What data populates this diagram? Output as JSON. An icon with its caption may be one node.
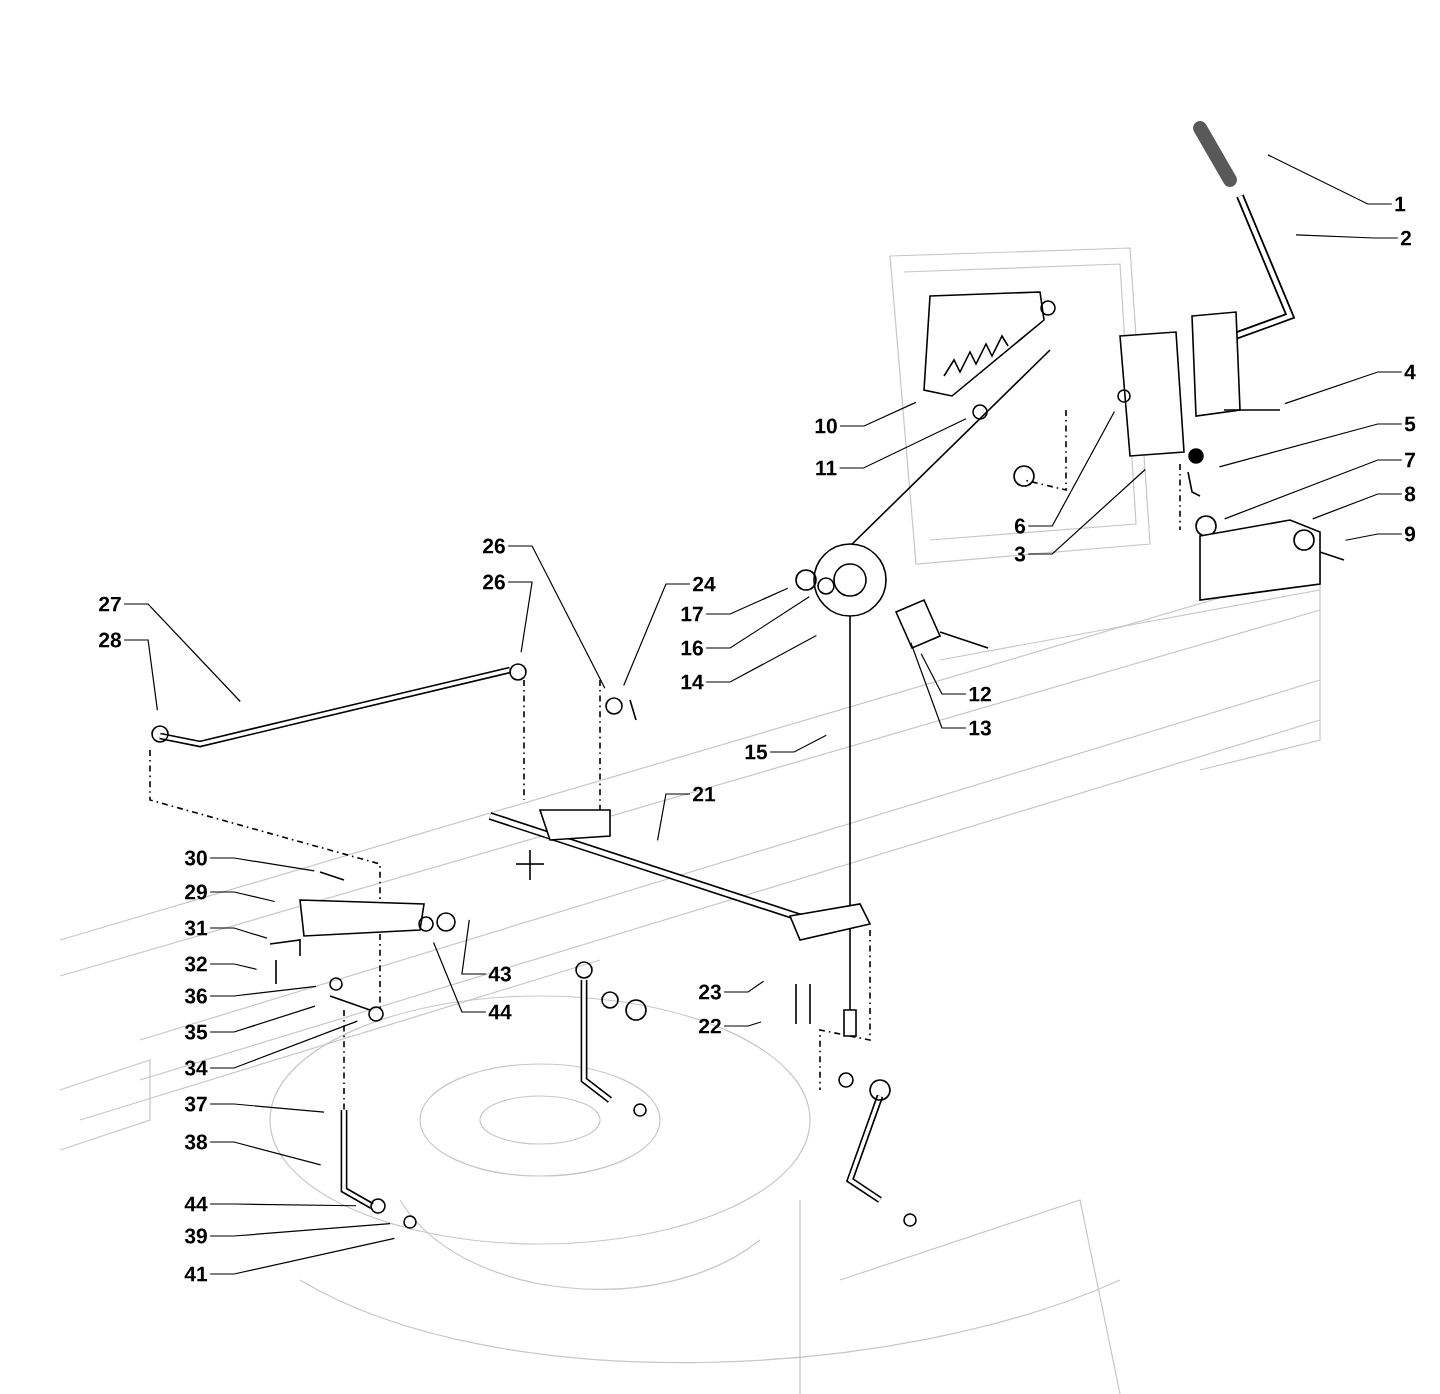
{
  "diagram": {
    "nodes": [
      {
        "text": [
          "1"
        ]
      },
      {
        "text": [
          "2"
        ]
      },
      {
        "text": [
          "4"
        ]
      },
      {
        "text": [
          "5"
        ]
      },
      {
        "text": [
          "10"
        ]
      },
      {
        "text": [
          "7"
        ]
      },
      {
        "text": [
          "11"
        ]
      },
      {
        "text": [
          "8"
        ]
      },
      {
        "text": [
          "6"
        ]
      },
      {
        "text": [
          "9"
        ]
      },
      {
        "text": [
          "26"
        ]
      },
      {
        "text": [
          "3"
        ]
      },
      {
        "text": [
          "26"
        ]
      },
      {
        "text": [
          "24"
        ]
      },
      {
        "text": [
          "27"
        ]
      },
      {
        "text": [
          "17"
        ]
      },
      {
        "text": [
          "28"
        ]
      },
      {
        "text": [
          "16"
        ]
      },
      {
        "text": [
          "14"
        ]
      },
      {
        "text": [
          "12"
        ]
      },
      {
        "text": [
          "13"
        ]
      },
      {
        "text": [
          "15"
        ]
      },
      {
        "text": [
          "21"
        ]
      },
      {
        "text": [
          "30"
        ]
      },
      {
        "text": [
          "29"
        ]
      },
      {
        "text": [
          "31"
        ]
      },
      {
        "text": [
          "32"
        ]
      },
      {
        "text": [
          "43"
        ]
      },
      {
        "text": [
          "23"
        ]
      },
      {
        "text": [
          "36"
        ]
      },
      {
        "text": [
          "44"
        ]
      },
      {
        "text": [
          "22"
        ]
      },
      {
        "text": [
          "35"
        ]
      },
      {
        "text": [
          "34"
        ]
      },
      {
        "text": [
          "37"
        ]
      },
      {
        "text": [
          "38"
        ]
      },
      {
        "text": [
          "44"
        ]
      },
      {
        "text": [
          "39"
        ]
      },
      {
        "text": [
          "41"
        ]
      }
    ],
    "edges": [
      {
        "from": 0,
        "to": null,
        "arrow": "none"
      },
      {
        "from": 1,
        "to": null,
        "arrow": "none"
      },
      {
        "from": 2,
        "to": null,
        "arrow": "none"
      },
      {
        "from": 3,
        "to": null,
        "arrow": "none"
      },
      {
        "from": 4,
        "to": null,
        "arrow": "none"
      },
      {
        "from": 5,
        "to": null,
        "arrow": "none"
      },
      {
        "from": 6,
        "to": null,
        "arrow": "none"
      },
      {
        "from": 7,
        "to": null,
        "arrow": "none"
      },
      {
        "from": 8,
        "to": null,
        "arrow": "none"
      },
      {
        "from": 9,
        "to": null,
        "arrow": "none"
      },
      {
        "from": 10,
        "to": null,
        "arrow": "none"
      },
      {
        "from": 11,
        "to": null,
        "arrow": "none"
      },
      {
        "from": 12,
        "to": null,
        "arrow": "none"
      },
      {
        "from": 13,
        "to": null,
        "arrow": "none"
      },
      {
        "from": 14,
        "to": null,
        "arrow": "none"
      },
      {
        "from": 15,
        "to": null,
        "arrow": "none"
      },
      {
        "from": 16,
        "to": null,
        "arrow": "none"
      },
      {
        "from": 17,
        "to": null,
        "arrow": "none"
      },
      {
        "from": 18,
        "to": null,
        "arrow": "none"
      },
      {
        "from": 19,
        "to": null,
        "arrow": "none"
      },
      {
        "from": 20,
        "to": null,
        "arrow": "none"
      },
      {
        "from": 21,
        "to": null,
        "arrow": "none"
      },
      {
        "from": 22,
        "to": null,
        "arrow": "none"
      },
      {
        "from": 23,
        "to": null,
        "arrow": "none"
      },
      {
        "from": 24,
        "to": null,
        "arrow": "none"
      },
      {
        "from": 25,
        "to": null,
        "arrow": "none"
      },
      {
        "from": 26,
        "to": null,
        "arrow": "none"
      },
      {
        "from": 27,
        "to": null,
        "arrow": "none"
      },
      {
        "from": 28,
        "to": null,
        "arrow": "none"
      },
      {
        "from": 29,
        "to": null,
        "arrow": "none"
      },
      {
        "from": 30,
        "to": null,
        "arrow": "none"
      },
      {
        "from": 31,
        "to": null,
        "arrow": "none"
      },
      {
        "from": 32,
        "to": null,
        "arrow": "none"
      },
      {
        "from": 33,
        "to": null,
        "arrow": "none"
      },
      {
        "from": 34,
        "to": null,
        "arrow": "none"
      },
      {
        "from": 35,
        "to": null,
        "arrow": "none"
      },
      {
        "from": 36,
        "to": null,
        "arrow": "none"
      },
      {
        "from": 37,
        "to": null,
        "arrow": "none"
      },
      {
        "from": 38,
        "to": null,
        "arrow": "none"
      }
    ]
  }
}
